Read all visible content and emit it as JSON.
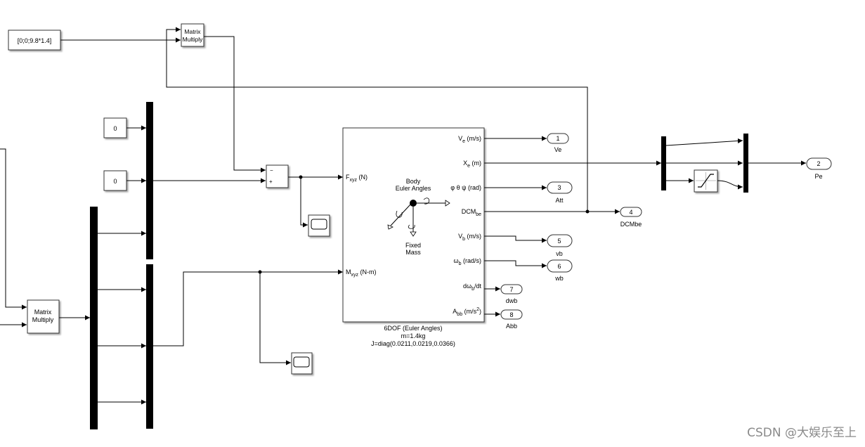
{
  "blocks": {
    "const_vec": "[0;0;9.8*1.4]",
    "const_a": "0",
    "const_b": "0",
    "mm_top": [
      "Matrix",
      "Multiply"
    ],
    "mm_left": [
      "Matrix",
      "Multiply"
    ],
    "sum_minus": "−",
    "sum_plus": "+"
  },
  "sixdof": {
    "in_force": "F",
    "in_force_sub": "xyz",
    "in_force_unit": " (N)",
    "in_moment": "M",
    "in_moment_sub": "xyz",
    "in_moment_unit": " (N-m)",
    "out_ve": "V",
    "out_ve_sub": "e",
    "out_ve_unit": " (m/s)",
    "out_xe": "X",
    "out_xe_sub": "e",
    "out_xe_unit": " (m)",
    "out_att": "φ θ ψ (rad)",
    "out_dcm": "DCM",
    "out_dcm_sub": "be",
    "out_vb": "V",
    "out_vb_sub": "b",
    "out_vb_unit": " (m/s)",
    "out_wb": "ω",
    "out_wb_sub": "b",
    "out_wb_unit": " (rad/s)",
    "out_dwb_pre": "dω",
    "out_dwb_sub": "b",
    "out_dwb_post": "/dt",
    "out_abb": "A",
    "out_abb_sub": "bb",
    "out_abb_unit": " (m/s",
    "out_abb_sup": "2",
    "out_abb_close": ")",
    "icon_top": [
      "Body",
      "Euler Angles"
    ],
    "icon_bottom": [
      "Fixed",
      "Mass"
    ],
    "caption": [
      "6DOF (Euler Angles)",
      "m=1.4kg",
      "J=diag(0.0211,0.0219,0.0366)"
    ]
  },
  "outports": [
    {
      "num": "1",
      "name": "Ve"
    },
    {
      "num": "2",
      "name": "Pe"
    },
    {
      "num": "3",
      "name": "Att"
    },
    {
      "num": "4",
      "name": "DCMbe"
    },
    {
      "num": "5",
      "name": "vb"
    },
    {
      "num": "6",
      "name": "wb"
    },
    {
      "num": "7",
      "name": "dwb"
    },
    {
      "num": "8",
      "name": "Abb"
    }
  ],
  "watermark": "CSDN @大娱乐至上"
}
